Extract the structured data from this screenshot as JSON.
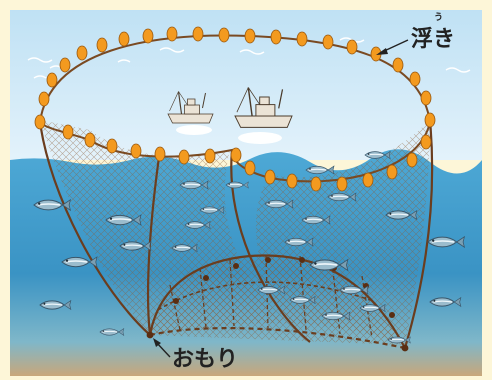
{
  "labels": {
    "floats": "浮き",
    "floats_ruby": "う",
    "sinkers": "おもり"
  },
  "colors": {
    "sky": "#cfe8f6",
    "sea": "#4aa3cf",
    "sea_deep": "#2f82b3",
    "seabed": "#c9a77a",
    "net_line": "#6b3d1e",
    "float": "#f39a1f",
    "boat": "#ece4d8",
    "fish": "#8fb3c6"
  },
  "icons": [
    "boat-icon",
    "fish-icon",
    "float-icon",
    "sinker-icon",
    "wave-icon",
    "arrow-icon"
  ]
}
